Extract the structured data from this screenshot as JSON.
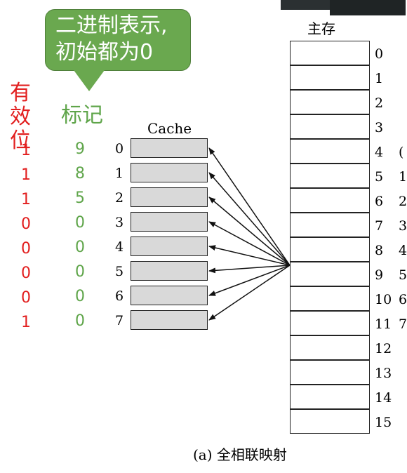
{
  "callout": {
    "line1": "二进制表示,",
    "line2": "初始都为0"
  },
  "headers": {
    "valid_line1": "有效",
    "valid_line2": "位",
    "tag": "标记"
  },
  "cache": {
    "title": "Cache",
    "indices": [
      "0",
      "1",
      "2",
      "3",
      "4",
      "5",
      "6",
      "7"
    ]
  },
  "valid_bits": [
    "1",
    "1",
    "1",
    "0",
    "0",
    "0",
    "0",
    "1"
  ],
  "tags": [
    "9",
    "8",
    "5",
    "0",
    "0",
    "0",
    "0",
    "0"
  ],
  "memory": {
    "title": "主存",
    "indices": [
      "0",
      "1",
      "2",
      "3",
      "4",
      "5",
      "6",
      "7",
      "8",
      "9",
      "10",
      "11",
      "12",
      "13",
      "14",
      "15"
    ]
  },
  "caption": "(a) 全相联映射",
  "edge_chars": [
    "(",
    "1",
    "2",
    "3",
    "4",
    "5",
    "6",
    "7"
  ],
  "colors": {
    "valid": "#e21f1f",
    "tag": "#5fa54a",
    "callout": "#6aa84f",
    "cache_fill": "#d9d9d9"
  }
}
